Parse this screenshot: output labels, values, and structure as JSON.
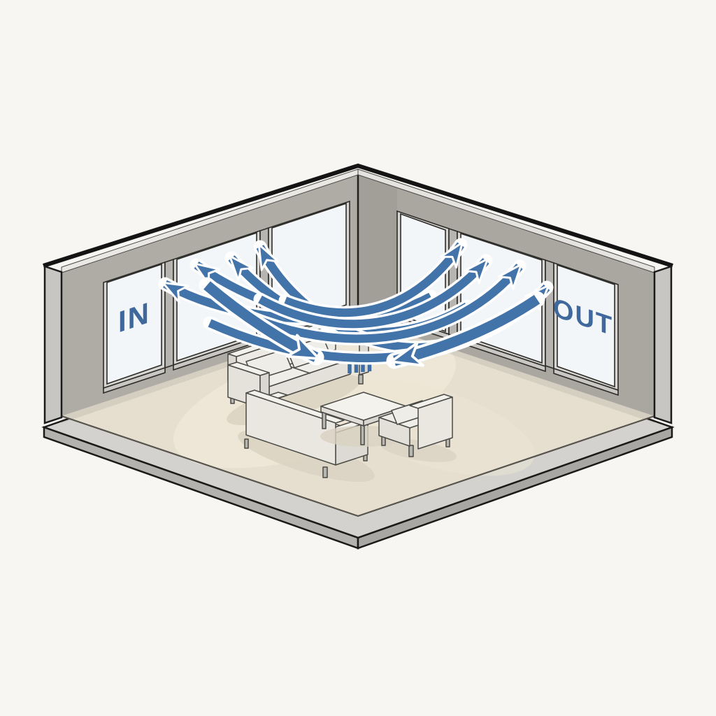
{
  "diagram": {
    "type": "isometric-room-cross-ventilation",
    "labels": {
      "in": "IN",
      "out": "OUT"
    },
    "colors": {
      "arrow": "#4273a9",
      "label": "#3f689d",
      "background": "#f8f6f2",
      "wall_left": "#aeaca5",
      "wall_right": "#a9a7a0",
      "corner_pillar": "#a19f98",
      "glass": "#f3f6f9",
      "floor": "#e6dfd0",
      "slab": "#d3d2ce",
      "outline": "#1a1a1a"
    },
    "walls": {
      "left": {
        "windows": 3,
        "label": "IN"
      },
      "right": {
        "windows": 3,
        "label": "OUT"
      }
    },
    "airflow": {
      "arcs_to_left_wall": 4,
      "arcs_to_right_wall": 4,
      "inflow_arrows": 1,
      "return_arrows": 1,
      "airflow_tick_marks": 4,
      "corner_dash_marks": 2
    },
    "furniture": [
      "two-seat sofa upper",
      "two-seat sofa lower",
      "coffee table",
      "armchair"
    ]
  }
}
